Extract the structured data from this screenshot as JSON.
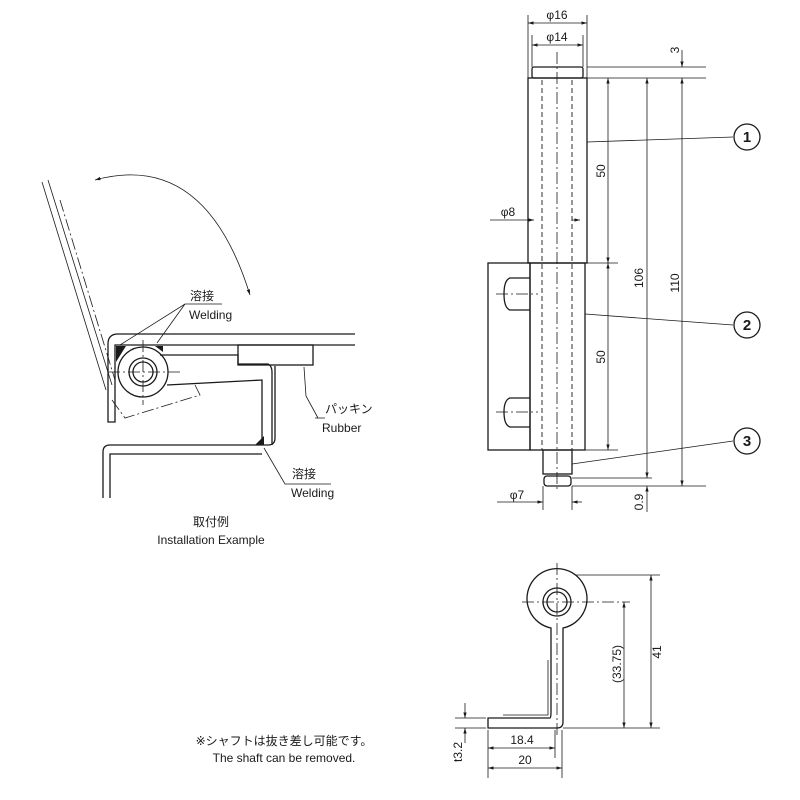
{
  "installation_example": {
    "welding_jp_1": "溶接",
    "welding_en_1": "Welding",
    "rubber_jp": "パッキン",
    "rubber_en": "Rubber",
    "welding_jp_2": "溶接",
    "welding_en_2": "Welding",
    "caption_jp": "取付例",
    "caption_en": "Installation Example"
  },
  "front_view": {
    "dims": {
      "d16": "φ16",
      "d14": "φ14",
      "top3": "3",
      "d8": "φ8",
      "upper50": "50",
      "lower50": "50",
      "h106": "106",
      "h110": "110",
      "d7": "φ7",
      "gap09": "0.9"
    },
    "part_numbers": [
      "1",
      "2",
      "3"
    ]
  },
  "side_view": {
    "dims": {
      "h41": "41",
      "h3375": "(33.75)",
      "w184": "18.4",
      "w20": "20",
      "t32": "t3.2"
    }
  },
  "note": {
    "jp": "※シャフトは抜き差し可能です。",
    "en": "The shaft can be removed."
  }
}
